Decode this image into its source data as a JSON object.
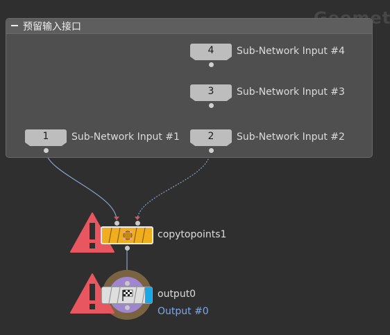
{
  "watermark": "Geometr",
  "netbox": {
    "title": "预留输入接口",
    "nodes": [
      {
        "index": "1",
        "label": "Sub-Network Input #1"
      },
      {
        "index": "2",
        "label": "Sub-Network Input #2"
      },
      {
        "index": "3",
        "label": "Sub-Network Input #3"
      },
      {
        "index": "4",
        "label": "Sub-Network Input #4"
      }
    ]
  },
  "copy_node": {
    "name": "copytopoints1",
    "color": "#f0ad1d"
  },
  "output_node": {
    "name": "output0",
    "sublabel": "Output #0",
    "flag_color": "#1aa7e8"
  },
  "colors": {
    "wire": "#8aa2c8",
    "warning": "#e8565f",
    "background": "#2f2f2f"
  },
  "icons": {
    "warning": "warning-triangle-icon",
    "copy": "copy-to-points-icon",
    "output": "checkered-flag-icon",
    "collapse": "collapse-minus-icon"
  }
}
